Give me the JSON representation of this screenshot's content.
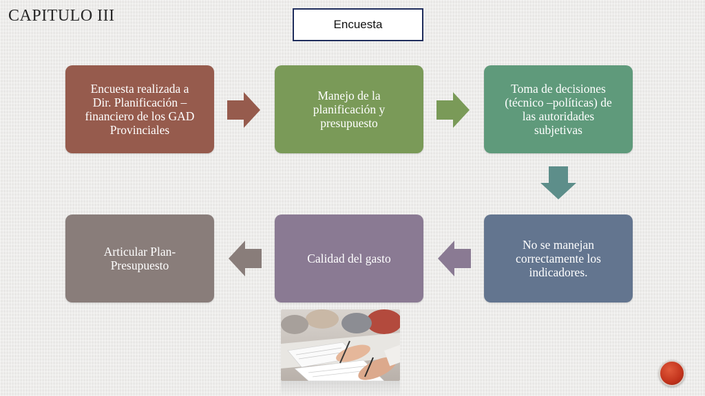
{
  "slide": {
    "title": "CAPITULO III",
    "heading_box": "Encuesta"
  },
  "flow": {
    "steps": [
      {
        "lines": [
          "Encuesta realizada a",
          "Dir. Planificación –",
          "financiero de los GAD",
          "Provinciales"
        ],
        "color": "#965b4d"
      },
      {
        "lines": [
          "Manejo de la",
          "planificación y",
          "presupuesto"
        ],
        "color": "#7a9a58"
      },
      {
        "lines": [
          "Toma de decisiones",
          "(técnico –políticas) de",
          "las autoridades",
          "subjetivas"
        ],
        "color": "#5f9a7b"
      },
      {
        "lines": [
          "No se manejan",
          "correctamente los",
          "indicadores."
        ],
        "color": "#63758f"
      },
      {
        "lines": [
          "Calidad del gasto"
        ],
        "color": "#8a7a93"
      },
      {
        "lines": [
          "Articular Plan-",
          "Presupuesto"
        ],
        "color": "#897d7a"
      }
    ],
    "arrow_colors": {
      "right_1": "#965b4d",
      "right_2": "#7a9a58",
      "down": "#5d8e8a",
      "left_1": "#8a7a93",
      "left_2": "#897d7a"
    }
  },
  "photo": {
    "icon": "people-writing-survey-photo"
  },
  "badge": {
    "icon": "red-circle-badge"
  }
}
